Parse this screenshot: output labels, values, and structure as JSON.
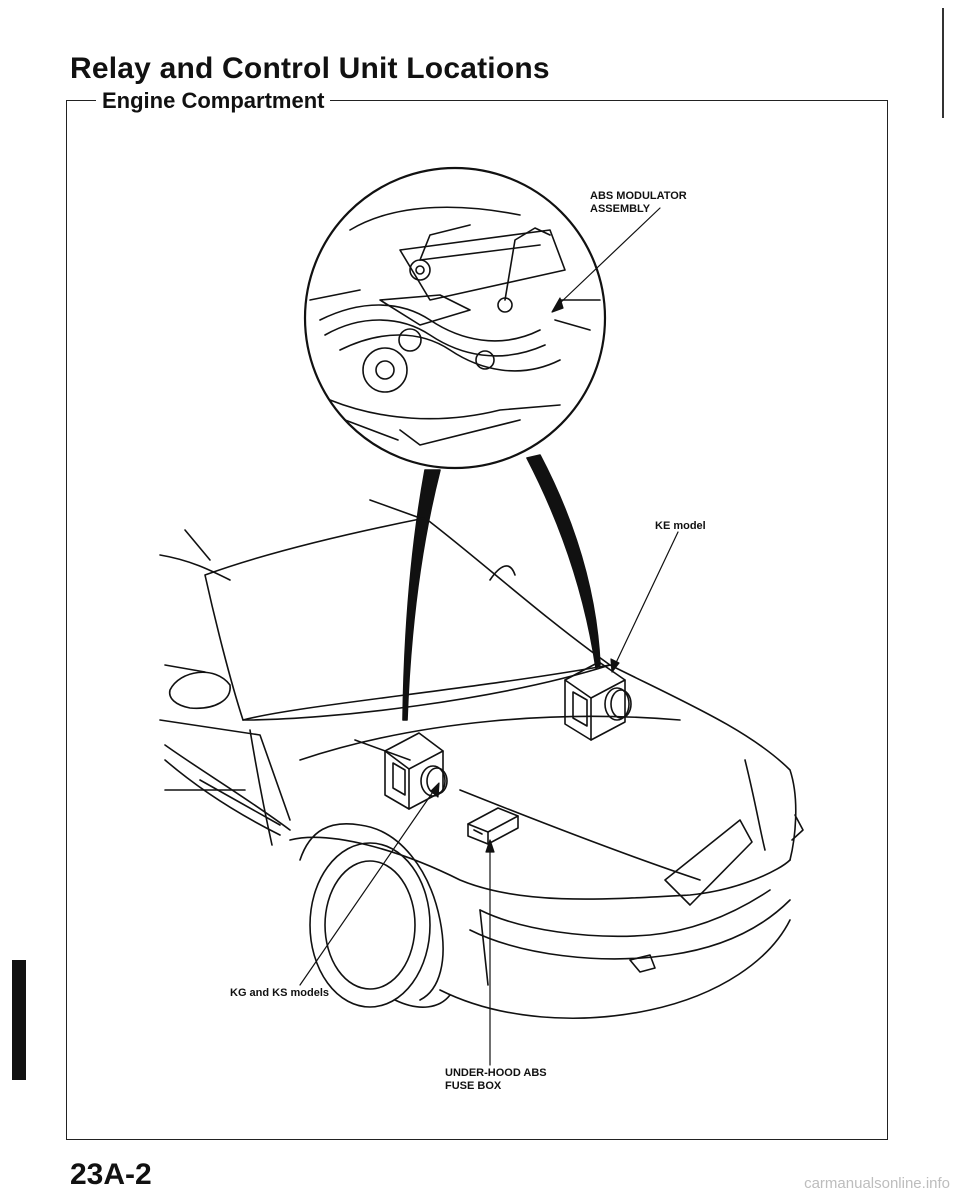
{
  "header": {
    "title": "Relay and Control Unit Locations",
    "section": "Engine Compartment"
  },
  "callouts": {
    "abs_modulator": [
      "ABS MODULATOR",
      "ASSEMBLY"
    ],
    "ke_model": "KE model",
    "kg_ks_models": "KG and KS models",
    "fuse_box": [
      "UNDER-HOOD ABS",
      "FUSE BOX"
    ]
  },
  "footer": {
    "page_number": "23A-2",
    "watermark": "carmanualsonline.info"
  }
}
